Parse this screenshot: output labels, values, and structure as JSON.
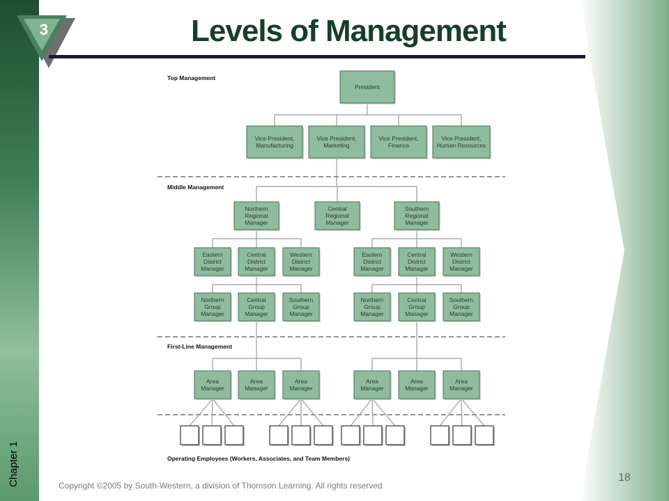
{
  "slide": {
    "badge": "3",
    "title": "Levels of Management",
    "chapter": "Chapter 1",
    "footer": "Copyright ©2005 by South-Western, a division of Thomson Learning.  All rights reserved",
    "page": "18"
  },
  "colors": {
    "box_fill": "#8fbc9e",
    "title": "#163f2a",
    "rule": "#1a1a3a",
    "sidebar": "#3e7d55"
  },
  "levels": {
    "top": "Top Management",
    "middle": "Middle Management",
    "first_line": "First-Line Management",
    "operating": "Operating Employees (Workers, Associates, and Team Members)"
  },
  "nodes": {
    "president": [
      "President"
    ],
    "vp_mfg": [
      "Vice President,",
      "Manufacturing"
    ],
    "vp_mkt": [
      "Vice President,",
      "Marketing"
    ],
    "vp_fin": [
      "Vice President,",
      "Finance"
    ],
    "vp_hr": [
      "Vice President,",
      "Human Resources"
    ],
    "nrm": [
      "Northern",
      "Regional",
      "Manager"
    ],
    "crm": [
      "Central",
      "Regional",
      "Manager"
    ],
    "srm": [
      "Southern",
      "Regional",
      "Manager"
    ],
    "edm1": [
      "Eastern",
      "District",
      "Manager"
    ],
    "cdm1": [
      "Central",
      "District",
      "Manager"
    ],
    "wdm1": [
      "Western",
      "District",
      "Manager"
    ],
    "edm2": [
      "Eastern",
      "District",
      "Manager"
    ],
    "cdm2": [
      "Central",
      "District",
      "Manager"
    ],
    "wdm2": [
      "Western",
      "District",
      "Manager"
    ],
    "ngm1": [
      "Northern",
      "Group",
      "Manager"
    ],
    "cgm1": [
      "Central",
      "Group",
      "Manager"
    ],
    "sgm1": [
      "Southern",
      "Group",
      "Manager"
    ],
    "ngm2": [
      "Northern",
      "Group",
      "Manager"
    ],
    "cgm2": [
      "Central",
      "Group",
      "Manager"
    ],
    "sgm2": [
      "Southern",
      "Group",
      "Manager"
    ],
    "am1": [
      "Area",
      "Manager"
    ],
    "am2": [
      "Area",
      "Manager"
    ],
    "am3": [
      "Area",
      "Manager"
    ],
    "am4": [
      "Area",
      "Manager"
    ],
    "am5": [
      "Area",
      "Manager"
    ],
    "am6": [
      "Area",
      "Manager"
    ]
  }
}
